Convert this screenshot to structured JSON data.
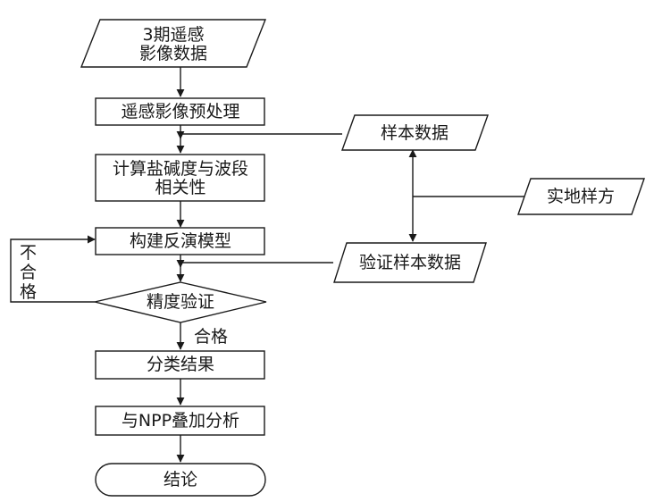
{
  "nodes": {
    "input": {
      "line1": "3期遥感",
      "line2": "影像数据"
    },
    "preprocess": "遥感影像预处理",
    "correlation": {
      "line1": "计算盐碱度与波段",
      "line2": "相关性"
    },
    "build_model": "构建反演模型",
    "accuracy": "精度验证",
    "classification": "分类结果",
    "overlay": "与NPP叠加分析",
    "conclusion": "结论",
    "sample_data": "样本数据",
    "field_plots": "实地样方",
    "validation_data": "验证样本数据"
  },
  "edge_labels": {
    "fail": [
      "不",
      "合",
      "格"
    ],
    "pass": "合格"
  }
}
